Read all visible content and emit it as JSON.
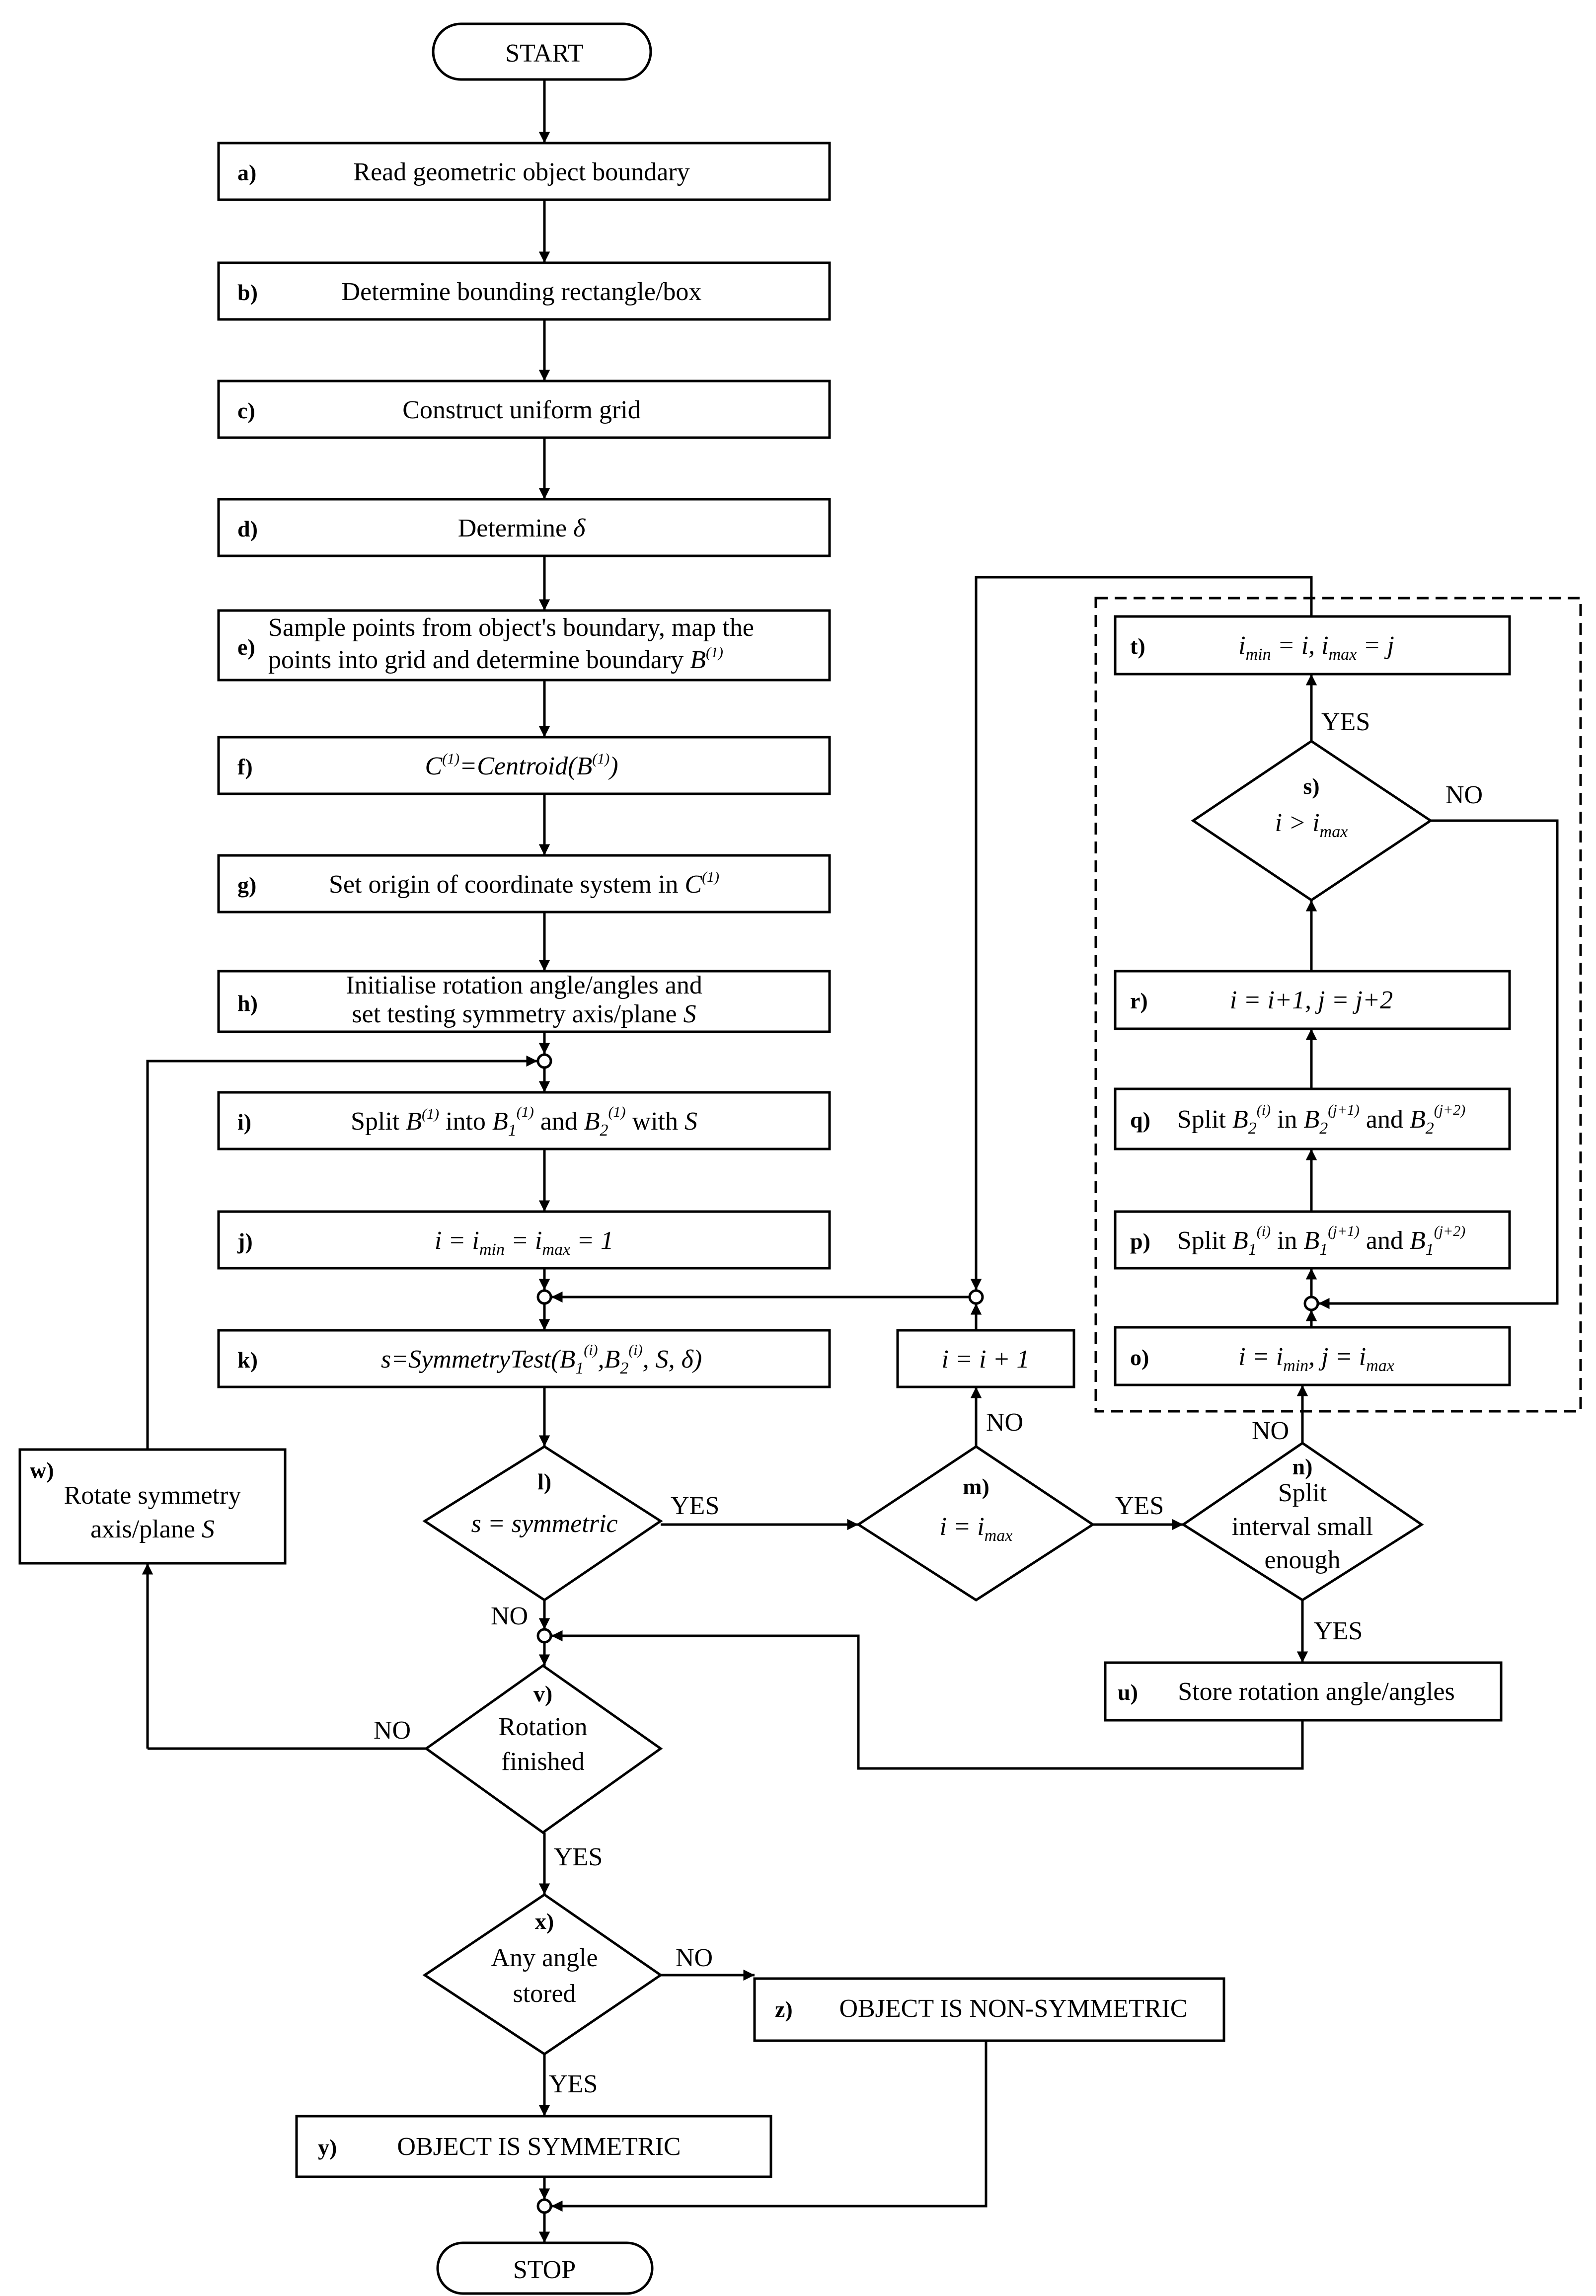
{
  "terminals": {
    "start": "START",
    "stop": "STOP"
  },
  "steps": {
    "a": {
      "label": "a)",
      "text": "Read geometric object boundary"
    },
    "b": {
      "label": "b)",
      "text": "Determine bounding rectangle/box"
    },
    "c": {
      "label": "c)",
      "text": "Construct uniform grid"
    },
    "d": {
      "label": "d)",
      "text": "Determine",
      "sym": "δ"
    },
    "e": {
      "label": "e)",
      "line1": "Sample points from object's boundary, map the",
      "line2": "points into grid and determine boundary",
      "sym": "B",
      "sup": "(1)"
    },
    "f": {
      "label": "f)",
      "C": "C",
      "Csup": "(1)",
      "eq": "=Centroid(B",
      "Bsup": "(1)",
      "close": ")"
    },
    "g": {
      "label": "g)",
      "text": "Set origin of coordinate system in",
      "sym": "C",
      "sup": "(1)"
    },
    "h": {
      "label": "h)",
      "line1": "Initialise rotation angle/angles and",
      "line2": "set testing symmetry axis/plane",
      "sym": "S"
    },
    "i": {
      "label": "i)",
      "split": "Split",
      "B": "B",
      "sup1": "(1)",
      "into": "into",
      "B1": "B",
      "sub1": "1",
      "sup2": "(1)",
      "and": "and",
      "B2": "B",
      "sub2": "2",
      "sup3": "(1)",
      "with": "with",
      "S": "S"
    },
    "j": {
      "label": "j)",
      "t1": "i = i",
      "s1": "min",
      "t2": " = i",
      "s2": "max",
      "t3": " = 1"
    },
    "k": {
      "label": "k)",
      "t1": "s=SymmetryTest(B",
      "s1": "1",
      "p1": "(i)",
      "t2": ",B",
      "s2": "2",
      "p2": "(i)",
      "t3": ", S, δ)"
    },
    "l": {
      "label": "l)",
      "text": "s = symmetric"
    },
    "m": {
      "label": "m)",
      "t1": "i = i",
      "s1": "max"
    },
    "n": {
      "label": "n)",
      "line1": "Split",
      "line2": "interval small",
      "line3": "enough"
    },
    "inc": {
      "text": "i = i + 1"
    },
    "o": {
      "label": "o)",
      "t1": "i = i",
      "s1": "min",
      "t2": ", j = i",
      "s2": "max"
    },
    "p": {
      "label": "p)",
      "split": "Split",
      "B": "B",
      "sub": "1",
      "sup": "(i)",
      "in": "in",
      "B2": "B",
      "sub2": "1",
      "sup2": "(j+1)",
      "and": "and",
      "B3": "B",
      "sub3": "1",
      "sup3": "(j+2)"
    },
    "q": {
      "label": "q)",
      "split": "Split",
      "B": "B",
      "sub": "2",
      "sup": "(i)",
      "in": "in",
      "B2": "B",
      "sub2": "2",
      "sup2": "(j+1)",
      "and": "and",
      "B3": "B",
      "sub3": "2",
      "sup3": "(j+2)"
    },
    "r": {
      "label": "r)",
      "text": "i = i+1, j = j+2"
    },
    "s": {
      "label": "s)",
      "t1": "i > i",
      "s1": "max"
    },
    "t": {
      "label": "t)",
      "t1": "i",
      "s1": "min",
      "t2": " = i, i",
      "s2": "max",
      "t3": " = j"
    },
    "u": {
      "label": "u)",
      "text": "Store rotation angle/angles"
    },
    "v": {
      "label": "v)",
      "line1": "Rotation",
      "line2": "finished"
    },
    "w": {
      "label": "w)",
      "line1": "Rotate symmetry",
      "line2": "axis/plane",
      "sym": "S"
    },
    "x": {
      "label": "x)",
      "line1": "Any angle",
      "line2": "stored"
    },
    "y": {
      "label": "y)",
      "text": "OBJECT IS SYMMETRIC"
    },
    "z": {
      "label": "z)",
      "text": "OBJECT IS NON-SYMMETRIC"
    }
  },
  "branches": {
    "l_yes": "YES",
    "l_no": "NO",
    "m_yes": "YES",
    "m_no": "NO",
    "n_yes": "YES",
    "n_no": "NO",
    "s_yes": "YES",
    "s_no": "NO",
    "v_yes": "YES",
    "v_no": "NO",
    "x_yes": "YES",
    "x_no": "NO"
  }
}
